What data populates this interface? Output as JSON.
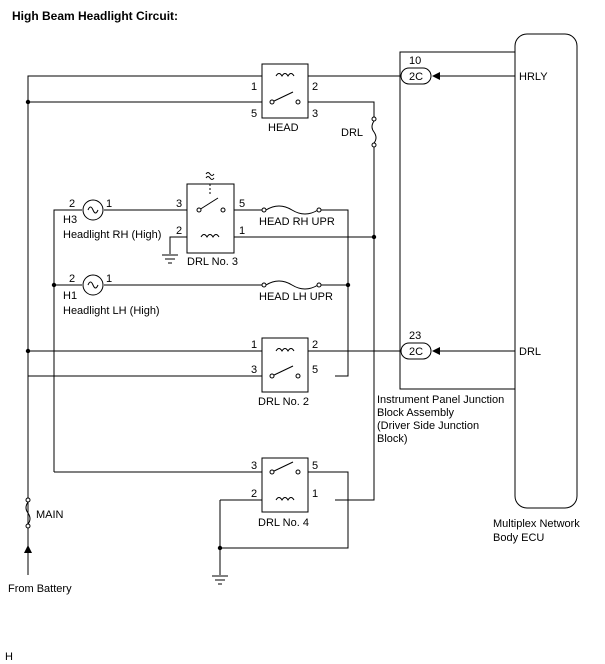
{
  "title": "High Beam Headlight Circuit:",
  "footer_code": "H",
  "relays": {
    "head": {
      "label": "HEAD",
      "pins": [
        "1",
        "2",
        "5",
        "3"
      ]
    },
    "drl3": {
      "label": "DRL No. 3",
      "pins": [
        "3",
        "5",
        "2",
        "1"
      ]
    },
    "drl2": {
      "label": "DRL No. 2",
      "pins": [
        "1",
        "2",
        "3",
        "5"
      ]
    },
    "drl4": {
      "label": "DRL No. 4",
      "pins": [
        "3",
        "5",
        "2",
        "1"
      ]
    }
  },
  "headlights": {
    "h3": {
      "ref": "H3",
      "name": "Headlight RH (High)",
      "pin_a": "2",
      "pin_b": "1"
    },
    "h1": {
      "ref": "H1",
      "name": "Headlight LH (High)",
      "pin_a": "2",
      "pin_b": "1"
    }
  },
  "fuses": {
    "drl": "DRL",
    "head_rh_upr": "HEAD RH UPR",
    "head_lh_upr": "HEAD LH UPR",
    "main": "MAIN"
  },
  "junction_block": {
    "name_lines": [
      "Instrument Panel Junction",
      "Block Assembly",
      "(Driver Side Junction",
      "Block)"
    ],
    "conn_top_pin": "10",
    "conn_top": "2C",
    "conn_bottom_pin": "23",
    "conn_bottom": "2C"
  },
  "ecu": {
    "name_lines": [
      "Multiplex Network",
      "Body ECU"
    ],
    "signal_hrly": "HRLY",
    "signal_drl": "DRL"
  },
  "battery_label": "From Battery"
}
